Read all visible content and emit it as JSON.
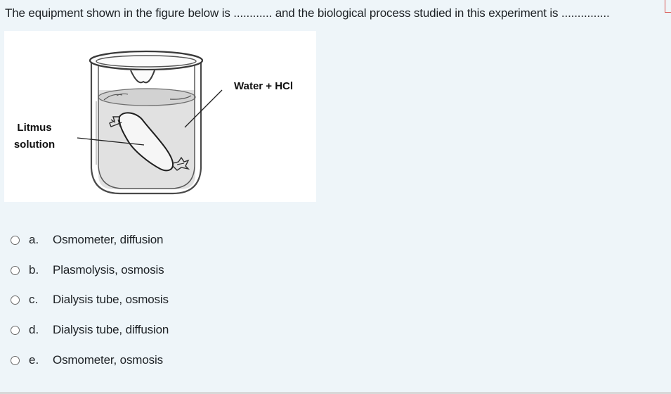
{
  "question": {
    "text": "The equipment shown in the figure below is ............ and the biological process studied in this experiment is ..............."
  },
  "figure": {
    "label_water": "Water + HCl",
    "label_litmus_line1": "Litmus",
    "label_litmus_line2": "solution"
  },
  "options": [
    {
      "letter": "a.",
      "text": "Osmometer, diffusion"
    },
    {
      "letter": "b.",
      "text": "Plasmolysis, osmosis"
    },
    {
      "letter": "c.",
      "text": "Dialysis tube, osmosis"
    },
    {
      "letter": "d.",
      "text": "Dialysis tube, diffusion"
    },
    {
      "letter": "e.",
      "text": "Osmometer, osmosis"
    }
  ]
}
